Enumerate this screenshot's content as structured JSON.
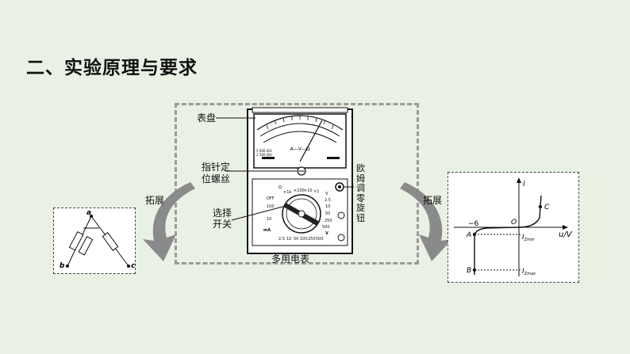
{
  "title": "二、实验原理与要求",
  "meter": {
    "caption": "多用电表",
    "labels": {
      "dial": "表盘",
      "pointer_screw": [
        "指针定",
        "位螺丝"
      ],
      "select_switch": [
        "选择",
        "开关"
      ],
      "ohm_zero_knob": [
        "欧",
        "姆",
        "调",
        "零",
        "旋",
        "钮"
      ]
    },
    "scale_text": "A—V—Ω",
    "dial_marks": [
      "Ω",
      "×1k",
      "×100",
      "×10",
      "×1",
      "OFF",
      "100",
      "10",
      "mA",
      "V",
      "2.5",
      "10",
      "50",
      "250",
      "500",
      "2.5",
      "10",
      "50",
      "100",
      "250",
      "500",
      "V"
    ],
    "left_scale_text": [
      "5 000 Ω/V",
      "2 500 Ω/V"
    ]
  },
  "left_panel": {
    "arrow_label": "拓展",
    "nodes": [
      "a",
      "b",
      "c"
    ]
  },
  "right_panel": {
    "arrow_label": "拓展",
    "axis_i": "i",
    "axis_u": "u/V",
    "origin": "O",
    "tick": "−6",
    "points": [
      "A",
      "B",
      "C"
    ],
    "i_zmin": "I",
    "i_zmin_sub": "Zmin",
    "i_zmax": "I",
    "i_zmax_sub": "Zmax"
  },
  "colors": {
    "background": "#e8f1e4",
    "arrow": "#8a8a8a",
    "dash": "#9a9a9a"
  }
}
